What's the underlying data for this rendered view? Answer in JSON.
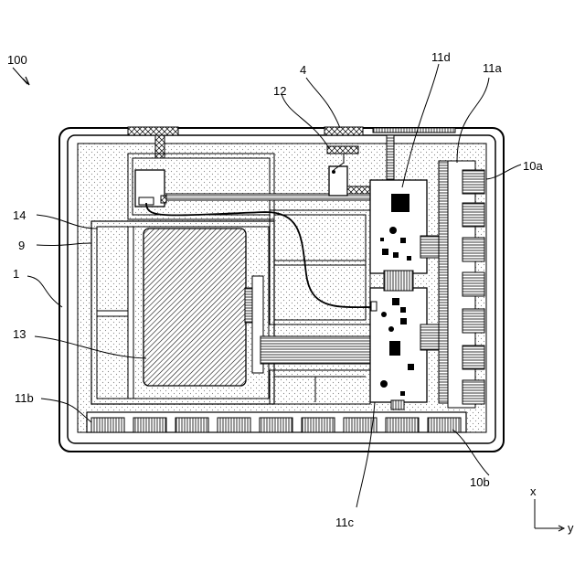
{
  "labels": {
    "device": "100",
    "housing": "1",
    "frame": "9",
    "battery": "13",
    "bracket": "14",
    "antenna": "12",
    "port_top": "4",
    "board_top": "11d",
    "board_bottom": "11c",
    "connector_strip_right": "11a",
    "connector_strip_bottom": "11b",
    "terminals_right": "10a",
    "terminals_bottom": "10b",
    "axis_x": "x",
    "axis_y": "y"
  },
  "colors": {
    "line": "#000000",
    "background": "#ffffff",
    "dot_fill": "#888888"
  }
}
